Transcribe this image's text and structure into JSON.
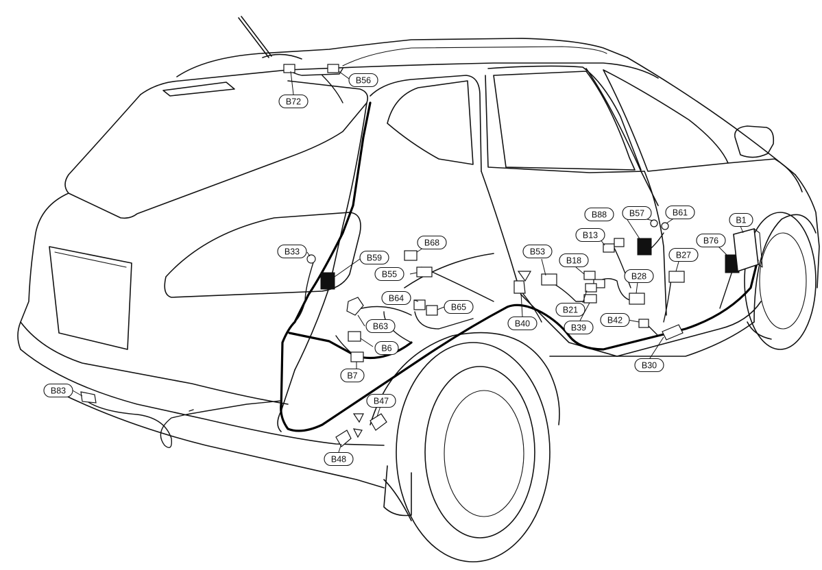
{
  "diagram": {
    "colors": {
      "line": "#111111",
      "background": "#ffffff"
    },
    "callouts": [
      {
        "id": "B1",
        "label": "B1"
      },
      {
        "id": "B6",
        "label": "B6"
      },
      {
        "id": "B7",
        "label": "B7"
      },
      {
        "id": "B13",
        "label": "B13"
      },
      {
        "id": "B18",
        "label": "B18"
      },
      {
        "id": "B21",
        "label": "B21"
      },
      {
        "id": "B27",
        "label": "B27"
      },
      {
        "id": "B28",
        "label": "B28"
      },
      {
        "id": "B30",
        "label": "B30"
      },
      {
        "id": "B33",
        "label": "B33"
      },
      {
        "id": "B39",
        "label": "B39"
      },
      {
        "id": "B40",
        "label": "B40"
      },
      {
        "id": "B42",
        "label": "B42"
      },
      {
        "id": "B47",
        "label": "B47"
      },
      {
        "id": "B48",
        "label": "B48"
      },
      {
        "id": "B53",
        "label": "B53"
      },
      {
        "id": "B55",
        "label": "B55"
      },
      {
        "id": "B56",
        "label": "B56"
      },
      {
        "id": "B57",
        "label": "B57"
      },
      {
        "id": "B59",
        "label": "B59"
      },
      {
        "id": "B61",
        "label": "B61"
      },
      {
        "id": "B63",
        "label": "B63"
      },
      {
        "id": "B64",
        "label": "B64"
      },
      {
        "id": "B65",
        "label": "B65"
      },
      {
        "id": "B68",
        "label": "B68"
      },
      {
        "id": "B72",
        "label": "B72"
      },
      {
        "id": "B76",
        "label": "B76"
      },
      {
        "id": "B83",
        "label": "B83"
      },
      {
        "id": "B88",
        "label": "B88"
      }
    ]
  }
}
